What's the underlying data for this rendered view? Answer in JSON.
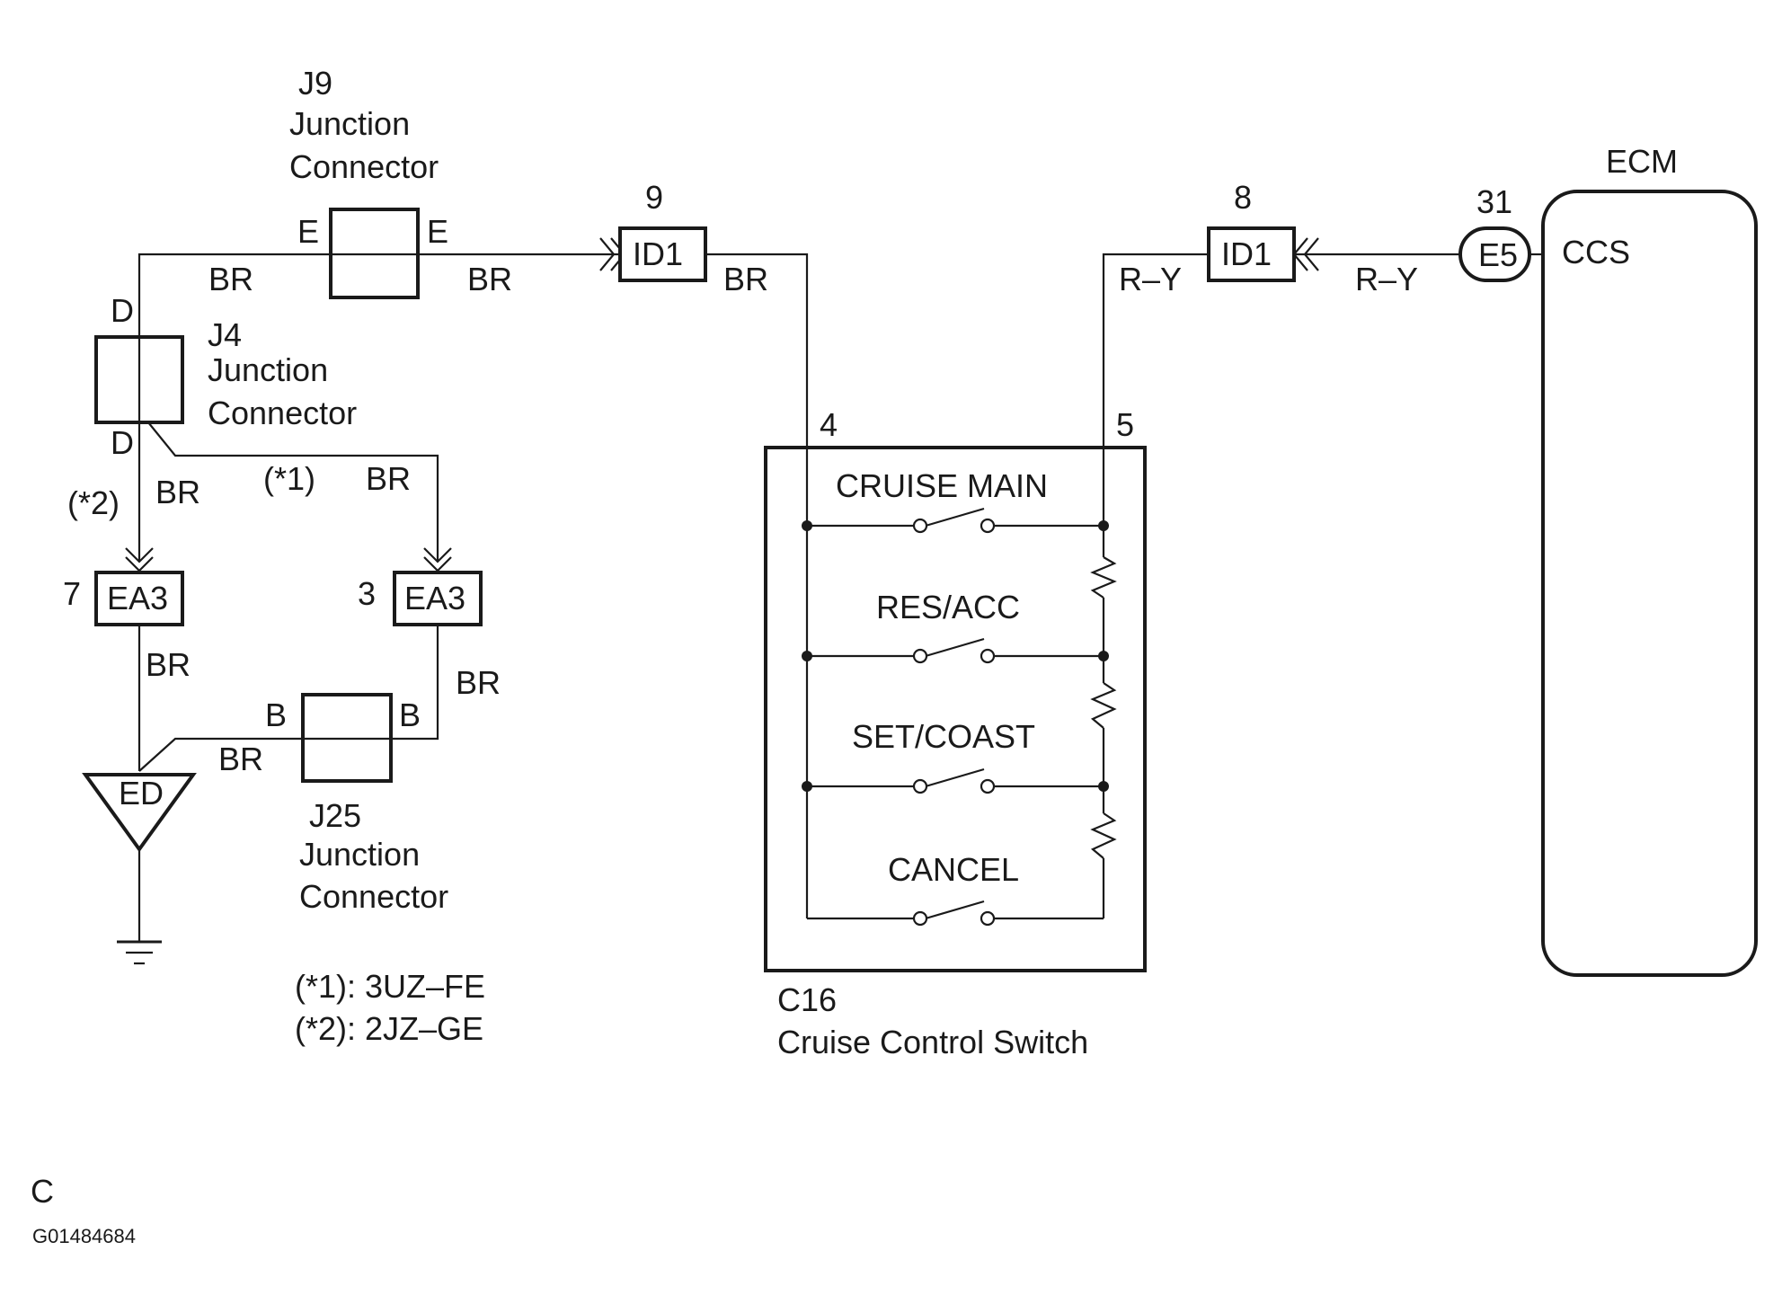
{
  "connectors": {
    "j9": {
      "code": "J9",
      "line1": "Junction",
      "line2": "Connector",
      "pin_left": "E",
      "pin_right": "E"
    },
    "j4": {
      "code": "J4",
      "line1": "Junction",
      "line2": "Connector",
      "pin_top": "D",
      "pin_bottom": "D"
    },
    "j25": {
      "code": "J25",
      "line1": "Junction",
      "line2": "Connector",
      "pin_left": "B",
      "pin_right": "B"
    },
    "id1_left": {
      "code": "ID1",
      "pin": "9"
    },
    "id1_right": {
      "code": "ID1",
      "pin": "8"
    },
    "ea3_left": {
      "code": "EA3",
      "pin": "7"
    },
    "ea3_right": {
      "code": "EA3",
      "pin": "3"
    },
    "e5": {
      "code": "E5",
      "pin": "31"
    },
    "ground": {
      "code": "ED"
    }
  },
  "wires": {
    "br_1": "BR",
    "br_2": "BR",
    "br_3": "BR",
    "br_4": "BR",
    "br_5": "BR",
    "br_6": "BR",
    "br_7": "BR",
    "br_8": "BR",
    "ry_1": "R–Y",
    "ry_2": "R–Y"
  },
  "variants": {
    "v1_mark": "(*1)",
    "v2_mark": "(*2)"
  },
  "switch": {
    "code": "C16",
    "name": "Cruise Control Switch",
    "pin_left": "4",
    "pin_right": "5",
    "positions": [
      "CRUISE MAIN",
      "RES/ACC",
      "SET/COAST",
      "CANCEL"
    ]
  },
  "ecm": {
    "title": "ECM",
    "terminal": "CCS"
  },
  "notes": {
    "n1": "(*1): 3UZ–FE",
    "n2": "(*2): 2JZ–GE"
  },
  "footer": {
    "letter": "C",
    "code": "G01484684"
  }
}
